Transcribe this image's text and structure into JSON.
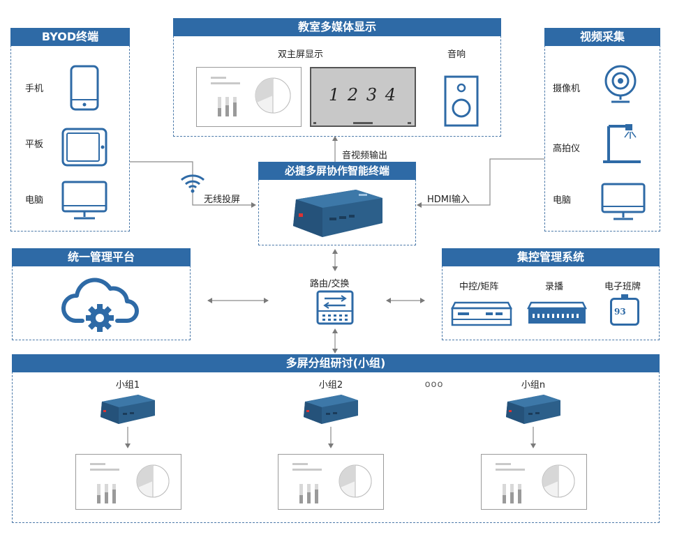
{
  "byod": {
    "title": "BYOD终端",
    "items": [
      "手机",
      "平板",
      "电脑"
    ]
  },
  "display": {
    "title": "教室多媒体显示",
    "dual_screen_label": "双主屏显示",
    "speaker_label": "音响",
    "handwriting": "1 2 3 4"
  },
  "video_capture": {
    "title": "视频采集",
    "items": [
      "摄像机",
      "高拍仪",
      "电脑"
    ]
  },
  "terminal": {
    "title": "必捷多屏协作智能终端"
  },
  "edges": {
    "av_out": "音视频输出",
    "wireless": "无线投屏",
    "hdmi_in": "HDMI输入",
    "router": "路由/交换"
  },
  "management": {
    "title": "统一管理平台"
  },
  "control": {
    "title": "集控管理系统",
    "items": [
      "中控/矩阵",
      "录播",
      "电子班牌"
    ],
    "badge_number": "93"
  },
  "groups": {
    "title": "多屏分组研讨(小组)",
    "items": [
      "小组1",
      "小组2",
      "小组n"
    ],
    "ellipsis": "ooo"
  },
  "colors": {
    "primary": "#2e6aa6",
    "device": "#2c5f8a",
    "line": "#8a8a8a",
    "dashed_border": "#4a78a8"
  },
  "icons": [
    "phone-icon",
    "tablet-icon",
    "monitor-icon",
    "speaker-icon",
    "webcam-icon",
    "document-camera-icon",
    "wifi-icon",
    "cloud-gear-icon",
    "router-icon",
    "matrix-device-icon",
    "recorder-device-icon",
    "class-badge-icon",
    "mini-pc-icon"
  ]
}
